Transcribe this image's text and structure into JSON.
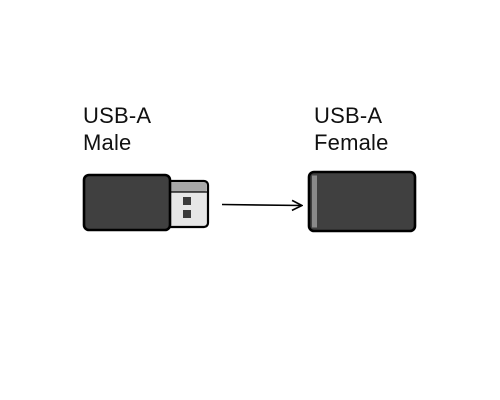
{
  "male": {
    "line1": "USB-A",
    "line2": "Male"
  },
  "female": {
    "line1": "USB-A",
    "line2": "Female"
  },
  "colors": {
    "connector_body": "#404040",
    "outline": "#000000",
    "plug_metal": "#e6e6e6",
    "plug_top": "#a8a8a8",
    "plug_holes": "#3a3a3a",
    "port_highlight": "#8a8a8a",
    "arrow": "#000000"
  },
  "icons": {
    "male_connector": "usb-a-male-plug-icon",
    "female_connector": "usb-a-female-port-icon",
    "arrow": "right-arrow-icon"
  }
}
